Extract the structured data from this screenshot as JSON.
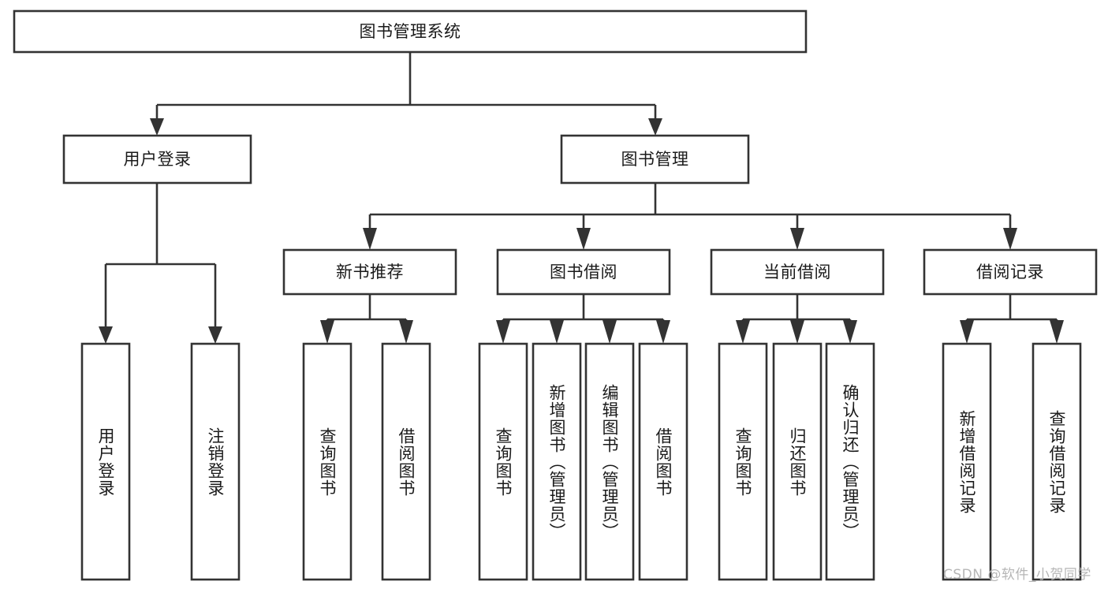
{
  "diagram": {
    "title_node": {
      "label": "图书管理系统"
    },
    "level1": [
      {
        "id": "user-login",
        "label": "用户登录"
      },
      {
        "id": "book-management",
        "label": "图书管理"
      }
    ],
    "level2": [
      {
        "id": "new-book-recommend",
        "label": "新书推荐"
      },
      {
        "id": "book-borrow",
        "label": "图书借阅"
      },
      {
        "id": "current-borrow",
        "label": "当前借阅"
      },
      {
        "id": "borrow-record",
        "label": "借阅记录"
      }
    ],
    "leaves": {
      "user_login": [
        {
          "id": "leaf-user-login",
          "label": "用户登录"
        },
        {
          "id": "leaf-logout",
          "label": "注销登录"
        }
      ],
      "new_book_recommend": [
        {
          "id": "leaf-query-book-1",
          "label": "查询图书"
        },
        {
          "id": "leaf-borrow-book-1",
          "label": "借阅图书"
        }
      ],
      "book_borrow": [
        {
          "id": "leaf-query-book-2",
          "label": "查询图书"
        },
        {
          "id": "leaf-add-book",
          "label": "新增图书（管理员）"
        },
        {
          "id": "leaf-edit-book",
          "label": "编辑图书（管理员）"
        },
        {
          "id": "leaf-borrow-book-2",
          "label": "借阅图书"
        }
      ],
      "current_borrow": [
        {
          "id": "leaf-query-book-3",
          "label": "查询图书"
        },
        {
          "id": "leaf-return-book",
          "label": "归还图书"
        },
        {
          "id": "leaf-confirm-return",
          "label": "确认归还（管理员）"
        }
      ],
      "borrow_record": [
        {
          "id": "leaf-add-record",
          "label": "新增借阅记录"
        },
        {
          "id": "leaf-query-record",
          "label": "查询借阅记录"
        }
      ]
    },
    "watermark": {
      "text": "CSDN @软件_小贺同学"
    },
    "colors": {
      "stroke": "#333333",
      "fill": "#ffffff",
      "text": "#1a1a1a",
      "watermark": "#b6b6b6"
    }
  }
}
